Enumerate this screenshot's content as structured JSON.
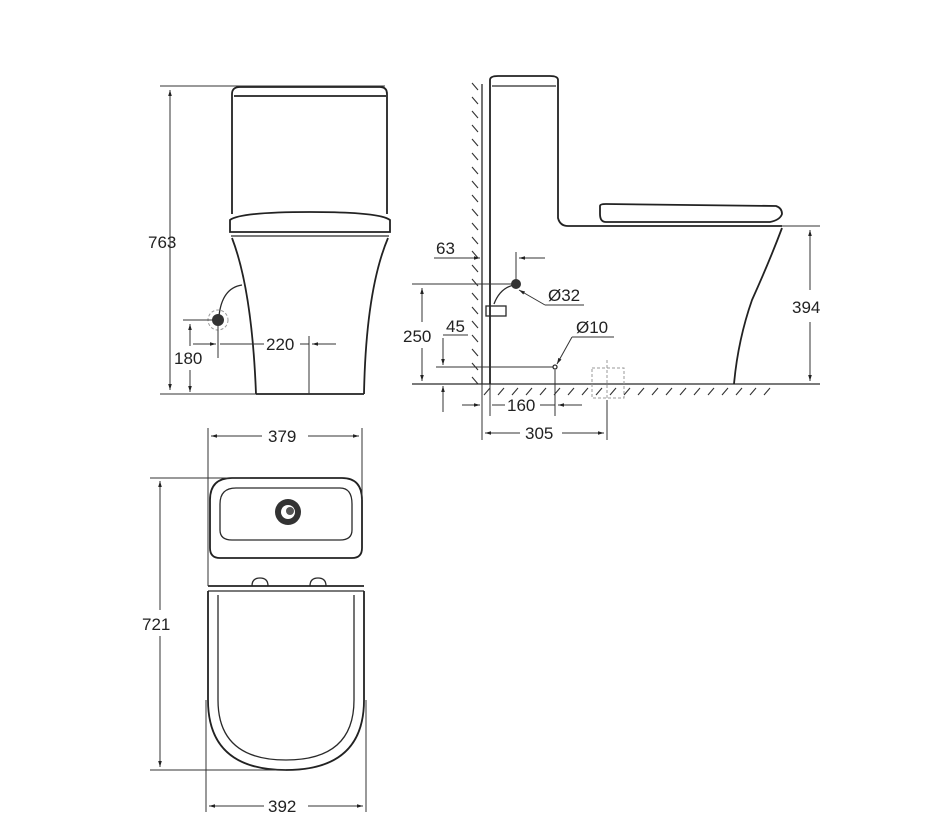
{
  "diagram": {
    "type": "technical-drawing",
    "subject": "one-piece toilet dimension drawing",
    "line_color": "#222222",
    "background": "#ffffff",
    "views": {
      "front": {
        "dimensions": {
          "overall_height": "763",
          "inlet_height": "180",
          "inlet_offset": "220"
        }
      },
      "side": {
        "dimensions": {
          "inlet_from_wall": "63",
          "inlet_diameter": "Ø32",
          "valve_height": "250",
          "small_inlet_height": "45",
          "small_inlet_diameter": "Ø10",
          "small_inlet_from_wall": "160",
          "rough_in": "305",
          "seat_height": "394"
        }
      },
      "top": {
        "dimensions": {
          "tank_width": "379",
          "overall_depth": "721",
          "bowl_width": "392"
        }
      }
    }
  }
}
